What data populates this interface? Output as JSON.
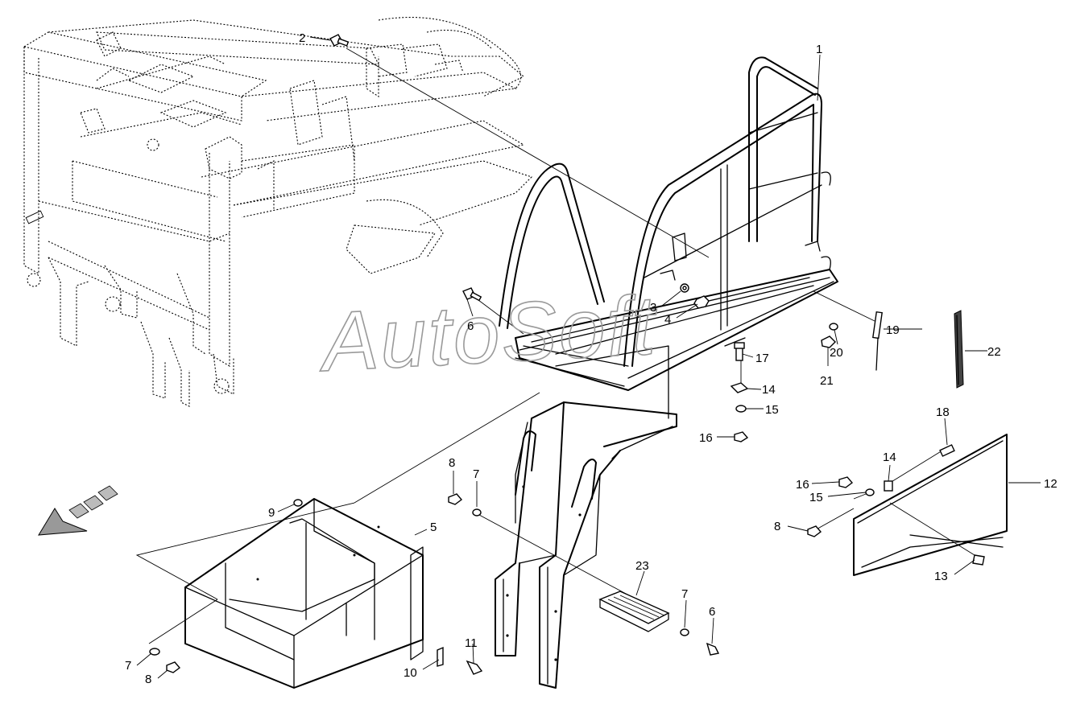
{
  "watermark": "AutoSoft",
  "callouts": {
    "c1": "1",
    "c2": "2",
    "c3": "3",
    "c4": "4",
    "c5": "5",
    "c6a": "6",
    "c6b": "6",
    "c7a": "7",
    "c7b": "7",
    "c7c": "7",
    "c8a": "8",
    "c8b": "8",
    "c8c": "8",
    "c9": "9",
    "c10": "10",
    "c11": "11",
    "c12": "12",
    "c13": "13",
    "c14a": "14",
    "c14b": "14",
    "c15a": "15",
    "c15b": "15",
    "c16a": "16",
    "c16b": "16",
    "c17": "17",
    "c18": "18",
    "c19": "19",
    "c20": "20",
    "c21": "21",
    "c22": "22",
    "c23": "23"
  },
  "colors": {
    "line": "#000000",
    "watermark": "#9a9a9a",
    "background": "#ffffff"
  }
}
